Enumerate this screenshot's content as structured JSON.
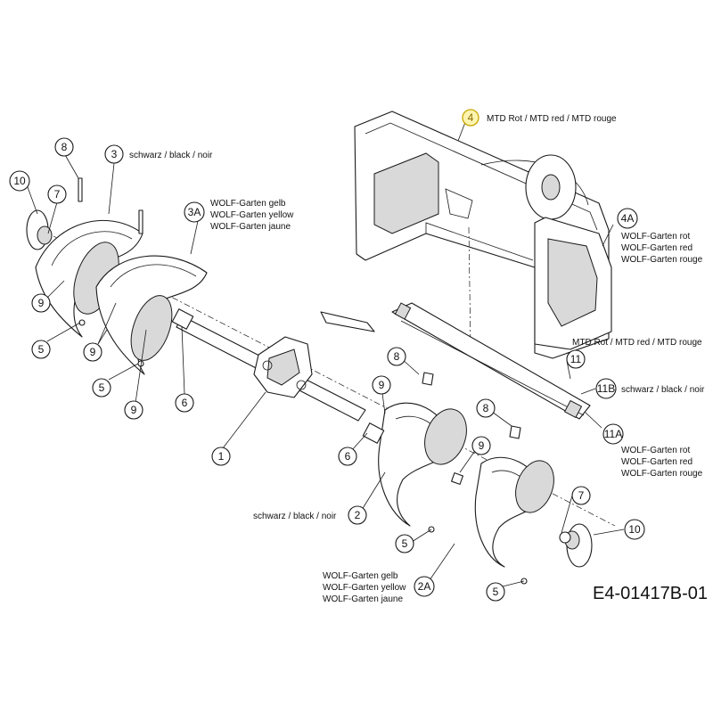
{
  "diagram_code": "E4-01417B-01",
  "parts": [
    {
      "id": "p1",
      "number": "1"
    },
    {
      "id": "p2",
      "number": "2",
      "label": [
        "schwarz / black / noir"
      ]
    },
    {
      "id": "p2A",
      "number": "2A",
      "label": [
        "WOLF-Garten gelb",
        "WOLF-Garten yellow",
        "WOLF-Garten jaune"
      ]
    },
    {
      "id": "p3",
      "number": "3",
      "label": [
        "schwarz / black / noir"
      ]
    },
    {
      "id": "p3A",
      "number": "3A",
      "label": [
        "WOLF-Garten gelb",
        "WOLF-Garten yellow",
        "WOLF-Garten jaune"
      ]
    },
    {
      "id": "p4",
      "number": "4",
      "label": [
        "MTD Rot / MTD red / MTD rouge"
      ],
      "highlight": true
    },
    {
      "id": "p4A",
      "number": "4A",
      "label": [
        "WOLF-Garten rot",
        "WOLF-Garten red",
        "WOLF-Garten rouge",
        "MTD Rot / MTD red / MTD rouge"
      ]
    },
    {
      "id": "p5",
      "number": "5"
    },
    {
      "id": "p6",
      "number": "6"
    },
    {
      "id": "p7",
      "number": "7"
    },
    {
      "id": "p8",
      "number": "8"
    },
    {
      "id": "p9",
      "number": "9"
    },
    {
      "id": "p10",
      "number": "10"
    },
    {
      "id": "p11",
      "number": "11"
    },
    {
      "id": "p11A",
      "number": "11A",
      "label": [
        "WOLF-Garten rot",
        "WOLF-Garten red",
        "WOLF-Garten rouge"
      ]
    },
    {
      "id": "p11B",
      "number": "11B",
      "label": [
        "schwarz / black / noir"
      ]
    }
  ],
  "colors": {
    "line": "#1a1a1a",
    "highlight_fill": "#fdf4b0",
    "highlight_text": "#8a6d00"
  }
}
